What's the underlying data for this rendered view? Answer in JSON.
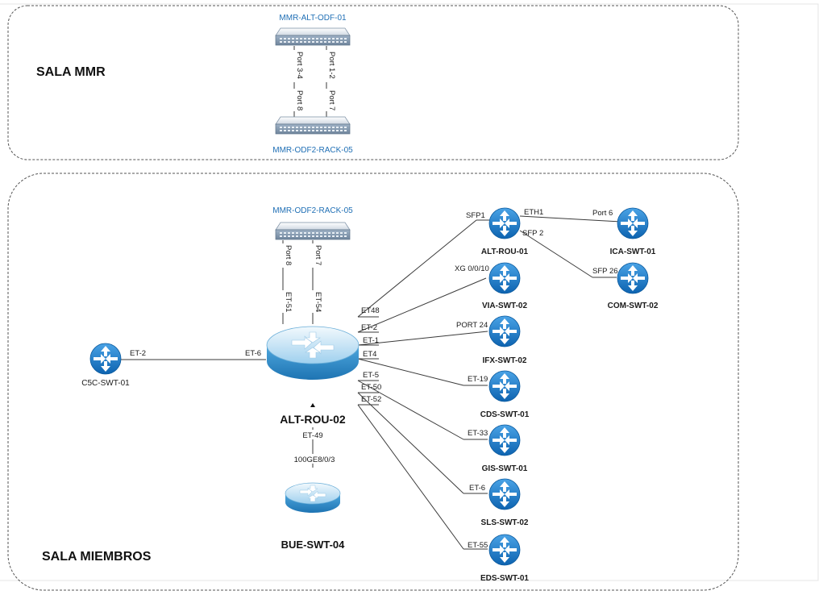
{
  "rooms": {
    "mmr": "SALA MMR",
    "miembros": "SALA MIEMBROS"
  },
  "patch_panels": {
    "odf_alt": "MMR-ALT-ODF-01",
    "odf_rack_mmr": "MMR-ODF2-RACK-05",
    "odf_rack_miembros": "MMR-ODF2-RACK-05"
  },
  "mmr_ports": {
    "left_top": "Port 3-4",
    "left_bottom": "Port 8",
    "right_top": "Port 1-2",
    "right_bottom": "Port 7"
  },
  "miembros_odf_ports": {
    "left": "Port 8",
    "right": "Port 7",
    "left_router": "ET-51",
    "right_router": "ET-54"
  },
  "core_router": {
    "name": "ALT-ROU-02",
    "ports": [
      "ET48",
      "ET-2",
      "ET-1",
      "ET4",
      "ET-5",
      "ET-50",
      "ET-52"
    ],
    "left_port": "ET-6",
    "down_port": "ET-49"
  },
  "c5c": {
    "name": "C5C-SWT-01",
    "port": "ET-2"
  },
  "bue": {
    "name": "BUE-SWT-04",
    "port": "100GE8/0/3"
  },
  "alt_rou_01": {
    "name": "ALT-ROU-01",
    "port_in": "SFP1",
    "port_eth": "ETH1",
    "port_sfp": "SFP 2"
  },
  "ica": {
    "name": "ICA-SWT-01",
    "port": "Port 6"
  },
  "com": {
    "name": "COM-SWT-02",
    "port": "SFP 26"
  },
  "switches": [
    {
      "name": "VIA-SWT-02",
      "port": "XG 0/0/10"
    },
    {
      "name": "IFX-SWT-02",
      "port": "PORT 24"
    },
    {
      "name": "CDS-SWT-01",
      "port": "ET-19"
    },
    {
      "name": "GIS-SWT-01",
      "port": "ET-33"
    },
    {
      "name": "SLS-SWT-02",
      "port": "ET-6"
    },
    {
      "name": "EDS-SWT-01",
      "port": "ET-55"
    }
  ],
  "icon_names": {
    "router": "router-icon",
    "core_router": "core-router-icon",
    "patch_panel": "patch-panel-icon"
  },
  "colors": {
    "router_blue": "#1f7fd1",
    "label_blue": "#1f6fb5",
    "core_gradient_top": "#e9f4fb",
    "core_gradient_bottom": "#2b88c8"
  }
}
